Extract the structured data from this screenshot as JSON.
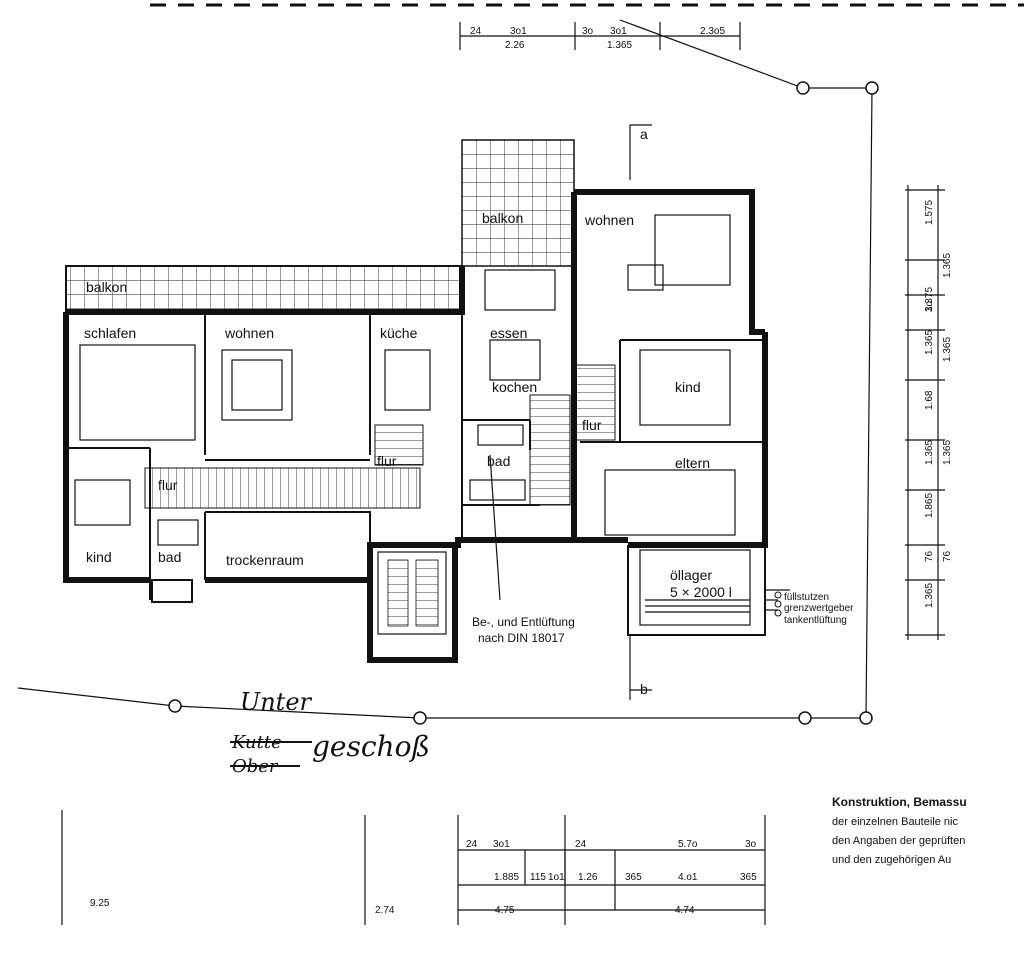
{
  "rooms": {
    "balkon_left": "balkon",
    "balkon_top": "balkon",
    "schlafen": "schlafen",
    "wohnen_left": "wohnen",
    "kuche": "küche",
    "essen": "essen",
    "wohnen_right": "wohnen",
    "kochen": "kochen",
    "kind_right": "kind",
    "flur_left": "flur",
    "flur_mid": "flur",
    "flur_right": "flur",
    "bad_mid": "bad",
    "eltern": "eltern",
    "kind_left": "kind",
    "bad_left": "bad",
    "trockenraum": "trockenraum",
    "ollager": "öllager",
    "ollager_size": "5 × 2000 l"
  },
  "notes": {
    "ventilation_line1": "Be-, und Entlüftung",
    "ventilation_line2": "nach DIN 18017",
    "tank_fill": "füllstutzen",
    "tank_limit": "grenzwertgeber",
    "tank_vent": "tankentlüftung",
    "section_a": "a",
    "section_b": "b"
  },
  "floor_label": {
    "word_top": "Unter",
    "struck_1": "Kutte",
    "struck_2": "Ober",
    "suffix": "geschoß"
  },
  "construction_note": {
    "line1": "Konstruktion, Bemassu",
    "line2": "der einzelnen Bauteile nic",
    "line3": "den Angaben der geprüften",
    "line4": "und den zugehörigen Au"
  },
  "top_dims": {
    "a": "24",
    "b": "3o1",
    "c": "2.26",
    "d": "3o",
    "e": "3o1",
    "f": "1.365",
    "g": "2.3o5"
  },
  "right_dims": [
    "1.575",
    "1.365",
    "3o",
    "1.375",
    "1.365",
    "1.365",
    "1.68",
    "1.365",
    "1.365",
    "1.865",
    "76",
    "76",
    "1.365"
  ],
  "bottom_dims": {
    "row1": [
      "24",
      "3o1",
      "24",
      "5.7o",
      "3o"
    ],
    "row2": [
      "1.885",
      "115",
      "1o1",
      "1.26",
      "365",
      "4.o1",
      "365"
    ],
    "row3_left": "9.25",
    "row3_mid": "2.74",
    "row3_a": "4.75",
    "row3_b": "4.74"
  }
}
